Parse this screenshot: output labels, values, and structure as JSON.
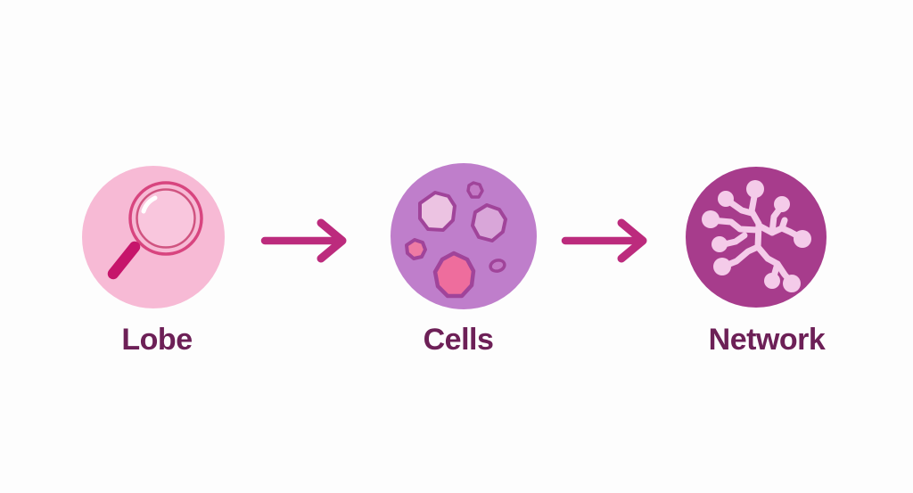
{
  "diagram": {
    "background_color": "#fdfdfd",
    "label_color": "#6d2057",
    "arrow_color": "#bc2b7d",
    "stages": [
      {
        "label": "Lobe",
        "icon": "magnifying-glass-icon",
        "circle_color": "#f7bad5",
        "ring_color": "#d8457f",
        "inner_ring_color": "#d05480",
        "lens_color": "#f9c6dd",
        "handle_color": "#c6156b",
        "highlight_color": "#ffffff"
      },
      {
        "label": "Cells",
        "icon": "cells-icon",
        "circle_color": "#bf7ecb",
        "cell_outline_color": "#a0449a",
        "cell_fill_light": "#ecc3e2",
        "cell_fill_lavender": "#d9a6d9",
        "cell_fill_pink_small": "#ee7ba4",
        "cell_fill_pink_large": "#ee6d9d",
        "cell_fill_background": "#c47ac6"
      },
      {
        "label": "Network",
        "icon": "network-icon",
        "circle_color": "#a73c8c",
        "network_color": "#f4cbe9"
      }
    ],
    "arrows": [
      {
        "name": "arrow-1",
        "direction": "right"
      },
      {
        "name": "arrow-2",
        "direction": "right"
      }
    ]
  }
}
